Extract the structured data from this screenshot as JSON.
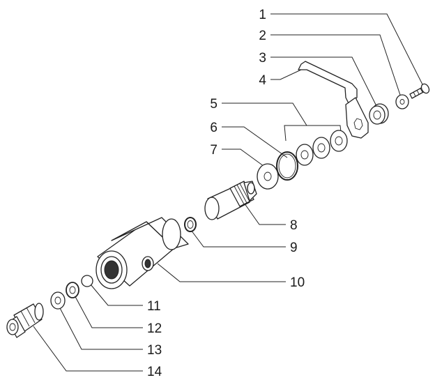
{
  "callouts": [
    {
      "id": 1,
      "label": "1"
    },
    {
      "id": 2,
      "label": "2"
    },
    {
      "id": 3,
      "label": "3"
    },
    {
      "id": 4,
      "label": "4"
    },
    {
      "id": 5,
      "label": "5"
    },
    {
      "id": 6,
      "label": "6"
    },
    {
      "id": 7,
      "label": "7"
    },
    {
      "id": 8,
      "label": "8"
    },
    {
      "id": 9,
      "label": "9"
    },
    {
      "id": 10,
      "label": "10"
    },
    {
      "id": 11,
      "label": "11"
    },
    {
      "id": 12,
      "label": "12"
    },
    {
      "id": 13,
      "label": "13"
    },
    {
      "id": 14,
      "label": "14"
    }
  ],
  "colors": {
    "line": "#222222",
    "background": "#ffffff",
    "text": "#1a1a1a"
  }
}
